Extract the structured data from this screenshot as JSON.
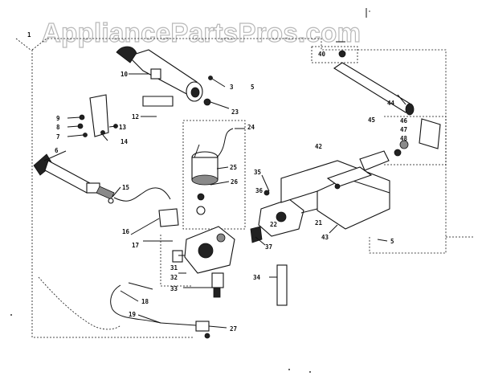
{
  "watermark": "AppliancePartsPros.com",
  "callouts": [
    "1",
    "40",
    "10",
    "3",
    "23",
    "12",
    "9",
    "8",
    "7",
    "13",
    "14",
    "5",
    "6",
    "15",
    "24",
    "25",
    "26",
    "44",
    "46",
    "47",
    "48",
    "45",
    "42",
    "35",
    "36",
    "21",
    "43",
    "16",
    "17",
    "31",
    "32",
    "33",
    "37",
    "34",
    "18",
    "19",
    "27",
    "22"
  ]
}
